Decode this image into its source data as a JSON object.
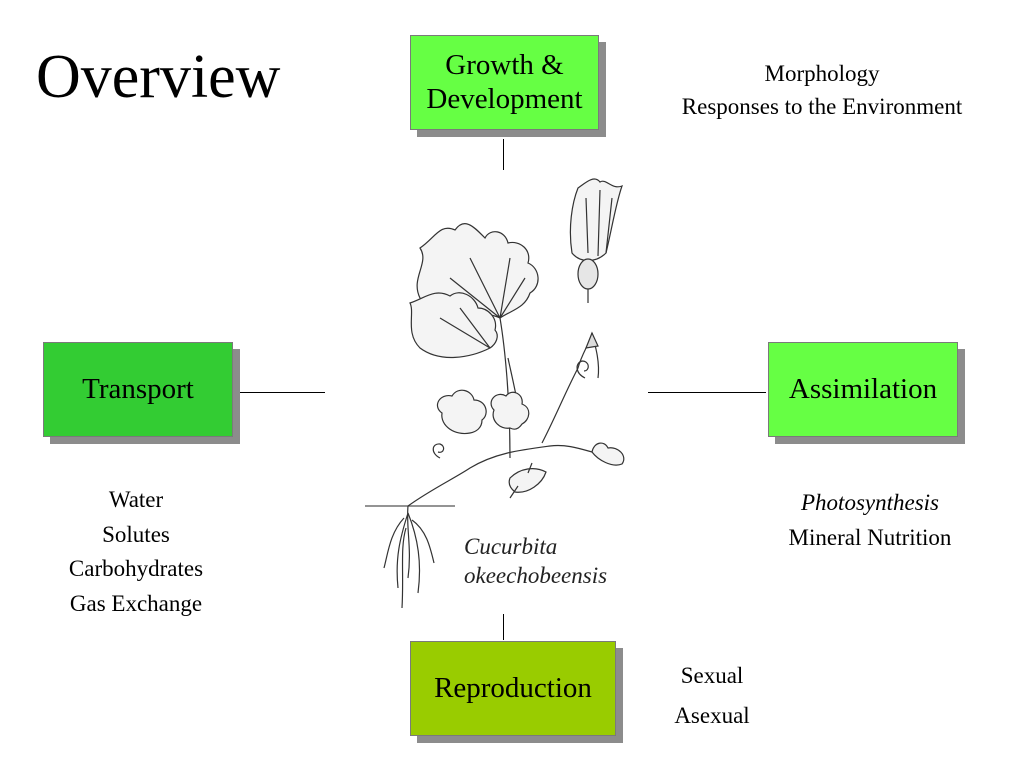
{
  "title": "Overview",
  "boxes": {
    "growth": {
      "line1": "Growth &",
      "line2": "Development",
      "color": "#66ff44"
    },
    "transport": {
      "label": "Transport",
      "color": "#33cc33"
    },
    "assimilation": {
      "label": "Assimilation",
      "color": "#66ff44"
    },
    "reproduction": {
      "label": "Reproduction",
      "color": "#99cc00"
    }
  },
  "notes": {
    "growth": [
      "Morphology",
      "Responses to the Environment"
    ],
    "transport": [
      "Water",
      "Solutes",
      "Carbohydrates",
      "Gas Exchange"
    ],
    "assimilation": [
      "Photosynthesis",
      "Mineral Nutrition"
    ],
    "reproduction": [
      "Sexual",
      "Asexual"
    ]
  },
  "illustration": {
    "species_line1": "Cucurbita",
    "species_line2": "okeechobeensis"
  }
}
